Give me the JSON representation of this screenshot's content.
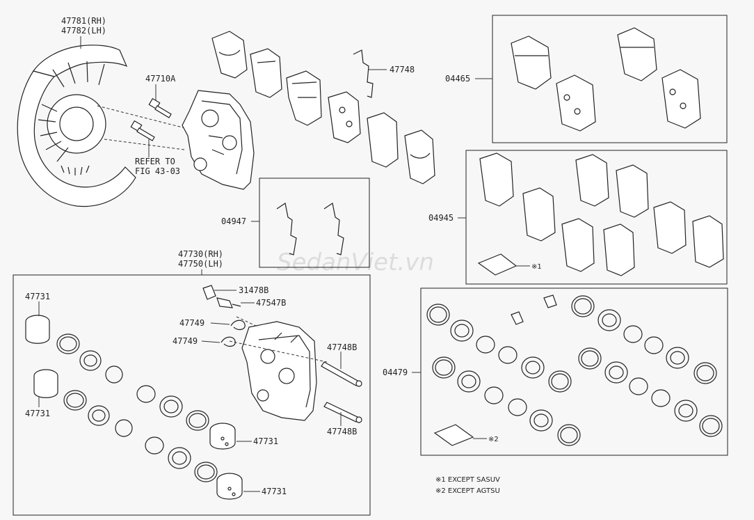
{
  "watermark": "SedanViet.vn",
  "labels": {
    "shield_rh": "47781(RH)",
    "shield_lh": "47782(LH)",
    "bolt": "47710A",
    "refer_1": "REFER TO",
    "refer_2": "FIG 43-03",
    "spring_top": "47748",
    "kit_04465": "04465",
    "kit_04947": "04947",
    "kit_04945": "04945",
    "caliper_rh": "47730(RH)",
    "caliper_lh": "47750(LH)",
    "piston_tl": "47731",
    "piston_bl": "47731",
    "piston_m": "47731",
    "piston_b": "47731",
    "cap": "31478B",
    "bleeder": "47547B",
    "clip_1": "47749",
    "clip_2": "47749",
    "pin_1": "47748B",
    "pin_2": "47748B",
    "kit_04479": "04479",
    "mark_1": "※1",
    "mark_2": "※2",
    "note_1": "※1 EXCEPT SASUV",
    "note_2": "※2 EXCEPT AGTSU"
  }
}
